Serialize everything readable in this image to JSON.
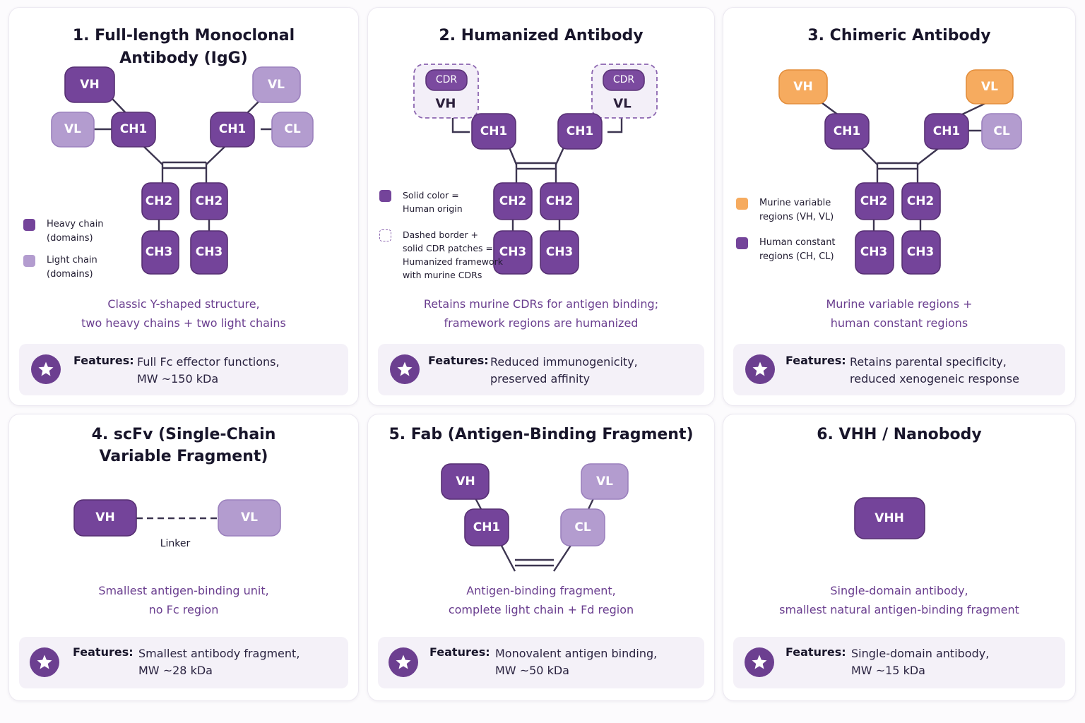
{
  "colors": {
    "heavy_chain": "#74449a",
    "light_chain": "#b39ccf",
    "murine": "#f6ab5f",
    "description_text": "#6a3e8f",
    "feature_panel": "#f4f1f8"
  },
  "icons": {
    "feature_badge": "star-icon"
  },
  "cards": [
    {
      "title_lines": [
        "1. Full-length Monoclonal",
        "Antibody (IgG)"
      ],
      "domains": {
        "vh": "VH",
        "vl": "VL",
        "ch1": "CH1",
        "cl": "CL",
        "ch2": "CH2",
        "ch3": "CH3"
      },
      "legend": [
        {
          "lines": [
            "Heavy chain",
            "(domains)"
          ]
        },
        {
          "lines": [
            "Light chain",
            "(domains)"
          ]
        }
      ],
      "description_lines": [
        "Classic Y-shaped structure,",
        "two heavy chains + two light chains"
      ],
      "features_label": "Features:",
      "features_lines": [
        "Full Fc effector functions,",
        "MW ~150 kDa"
      ]
    },
    {
      "title_lines": [
        "2. Humanized Antibody"
      ],
      "domains": {
        "cdr": "CDR",
        "vh": "VH",
        "vl": "VL",
        "ch1": "CH1",
        "ch2": "CH2",
        "ch3": "CH3"
      },
      "legend": [
        {
          "lines": [
            "Solid color =",
            "Human origin"
          ]
        },
        {
          "lines": [
            "Dashed border +",
            "solid CDR patches =",
            "Humanized framework",
            "with murine CDRs"
          ]
        }
      ],
      "description_lines": [
        "Retains murine CDRs for antigen binding;",
        "framework regions are humanized"
      ],
      "features_label": "Features:",
      "features_lines": [
        "Reduced immunogenicity,",
        "preserved affinity"
      ]
    },
    {
      "title_lines": [
        "3. Chimeric Antibody"
      ],
      "domains": {
        "vh": "VH",
        "vl": "VL",
        "ch1": "CH1",
        "cl": "CL",
        "ch2": "CH2",
        "ch3": "CH3"
      },
      "legend": [
        {
          "lines": [
            "Murine variable",
            "regions (VH, VL)"
          ]
        },
        {
          "lines": [
            "Human constant",
            "regions (CH, CL)"
          ]
        }
      ],
      "description_lines": [
        "Murine variable regions +",
        "human constant regions"
      ],
      "features_label": "Features:",
      "features_lines": [
        "Retains parental specificity,",
        "reduced xenogeneic response"
      ]
    },
    {
      "title_lines": [
        "4. scFv (Single-Chain",
        "Variable Fragment)"
      ],
      "domains": {
        "vh": "VH",
        "vl": "VL"
      },
      "linker_label": "Linker",
      "description_lines": [
        "Smallest antigen-binding unit,",
        "no Fc region"
      ],
      "features_label": "Features:",
      "features_lines": [
        "Smallest antibody fragment,",
        "MW ~28 kDa"
      ]
    },
    {
      "title_lines": [
        "5. Fab (Antigen-Binding Fragment)"
      ],
      "domains": {
        "vh": "VH",
        "vl": "VL",
        "ch1": "CH1",
        "cl": "CL"
      },
      "description_lines": [
        "Antigen-binding fragment,",
        "complete light chain + Fd region"
      ],
      "features_label": "Features:",
      "features_lines": [
        "Monovalent antigen binding,",
        "MW ~50 kDa"
      ]
    },
    {
      "title_lines": [
        "6. VHH / Nanobody"
      ],
      "domains": {
        "vhh": "VHH"
      },
      "description_lines": [
        "Single-domain antibody,",
        "smallest natural antigen-binding fragment"
      ],
      "features_label": "Features:",
      "features_lines": [
        "Single-domain antibody,",
        "MW ~15 kDa"
      ]
    }
  ]
}
